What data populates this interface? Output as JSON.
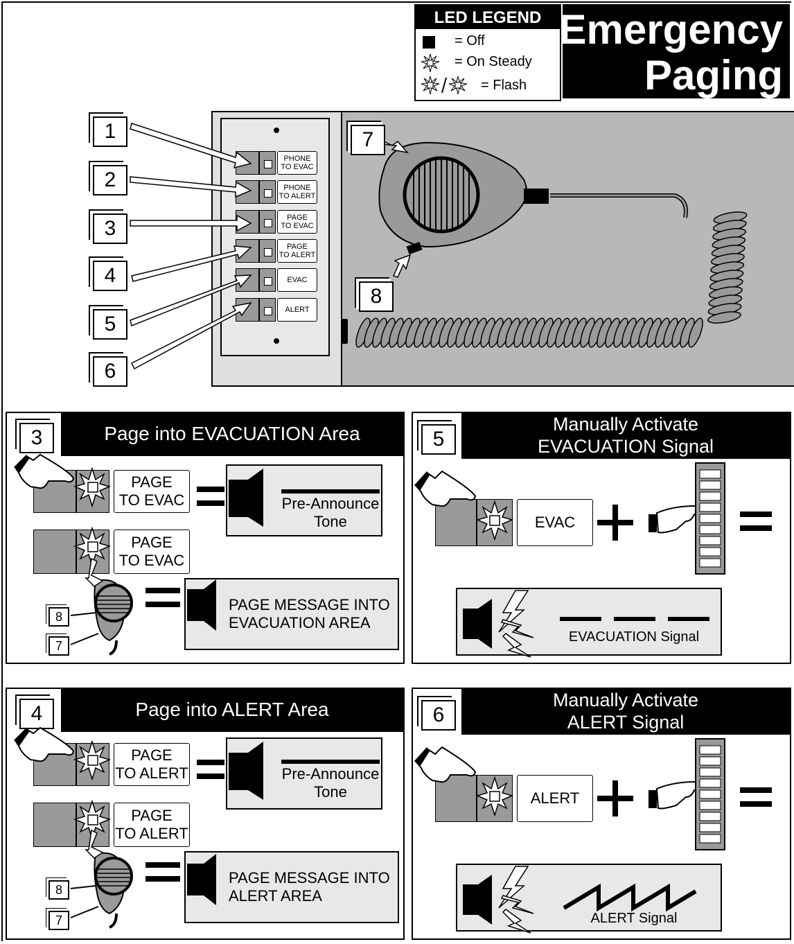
{
  "legend": {
    "title": "LED LEGEND",
    "off": "= Off",
    "steady": "= On Steady",
    "flash": "= Flash"
  },
  "title": {
    "line1": "Emergency",
    "line2": "Paging"
  },
  "callouts": [
    "1",
    "2",
    "3",
    "4",
    "5",
    "6",
    "7",
    "8"
  ],
  "panel_buttons": [
    {
      "line1": "PHONE",
      "line2": "TO EVAC"
    },
    {
      "line1": "PHONE",
      "line2": "TO ALERT"
    },
    {
      "line1": "PAGE",
      "line2": "TO EVAC"
    },
    {
      "line1": "PAGE",
      "line2": "TO ALERT"
    },
    {
      "line1": "EVAC",
      "line2": ""
    },
    {
      "line1": "ALERT",
      "line2": ""
    }
  ],
  "sec3": {
    "num": "3",
    "title": "Page into EVACUATION Area",
    "btn1": "PAGE\nTO EVAC",
    "btn1_l1": "PAGE",
    "btn1_l2": "TO EVAC",
    "tone_l1": "Pre-Announce",
    "tone_l2": "Tone",
    "msg_l1": "PAGE MESSAGE INTO",
    "msg_l2": "EVACUATION AREA",
    "small8": "8",
    "small7": "7"
  },
  "sec4": {
    "num": "4",
    "title": "Page into ALERT Area",
    "btn1_l1": "PAGE",
    "btn1_l2": "TO ALERT",
    "tone_l1": "Pre-Announce",
    "tone_l2": "Tone",
    "msg_l1": "PAGE MESSAGE INTO",
    "msg_l2": "ALERT AREA",
    "small8": "8",
    "small7": "7"
  },
  "sec5": {
    "num": "5",
    "title_l1": "Manually Activate",
    "title_l2": "EVACUATION Signal",
    "btn": "EVAC",
    "signal": "EVACUATION Signal"
  },
  "sec6": {
    "num": "6",
    "title_l1": "Manually Activate",
    "title_l2": "ALERT Signal",
    "btn": "ALERT",
    "signal": "ALERT Signal"
  },
  "colors": {
    "panel_grey": "#b8b8b8",
    "button_grey": "#9a9a9a",
    "light_grey": "#e8e8e8"
  }
}
